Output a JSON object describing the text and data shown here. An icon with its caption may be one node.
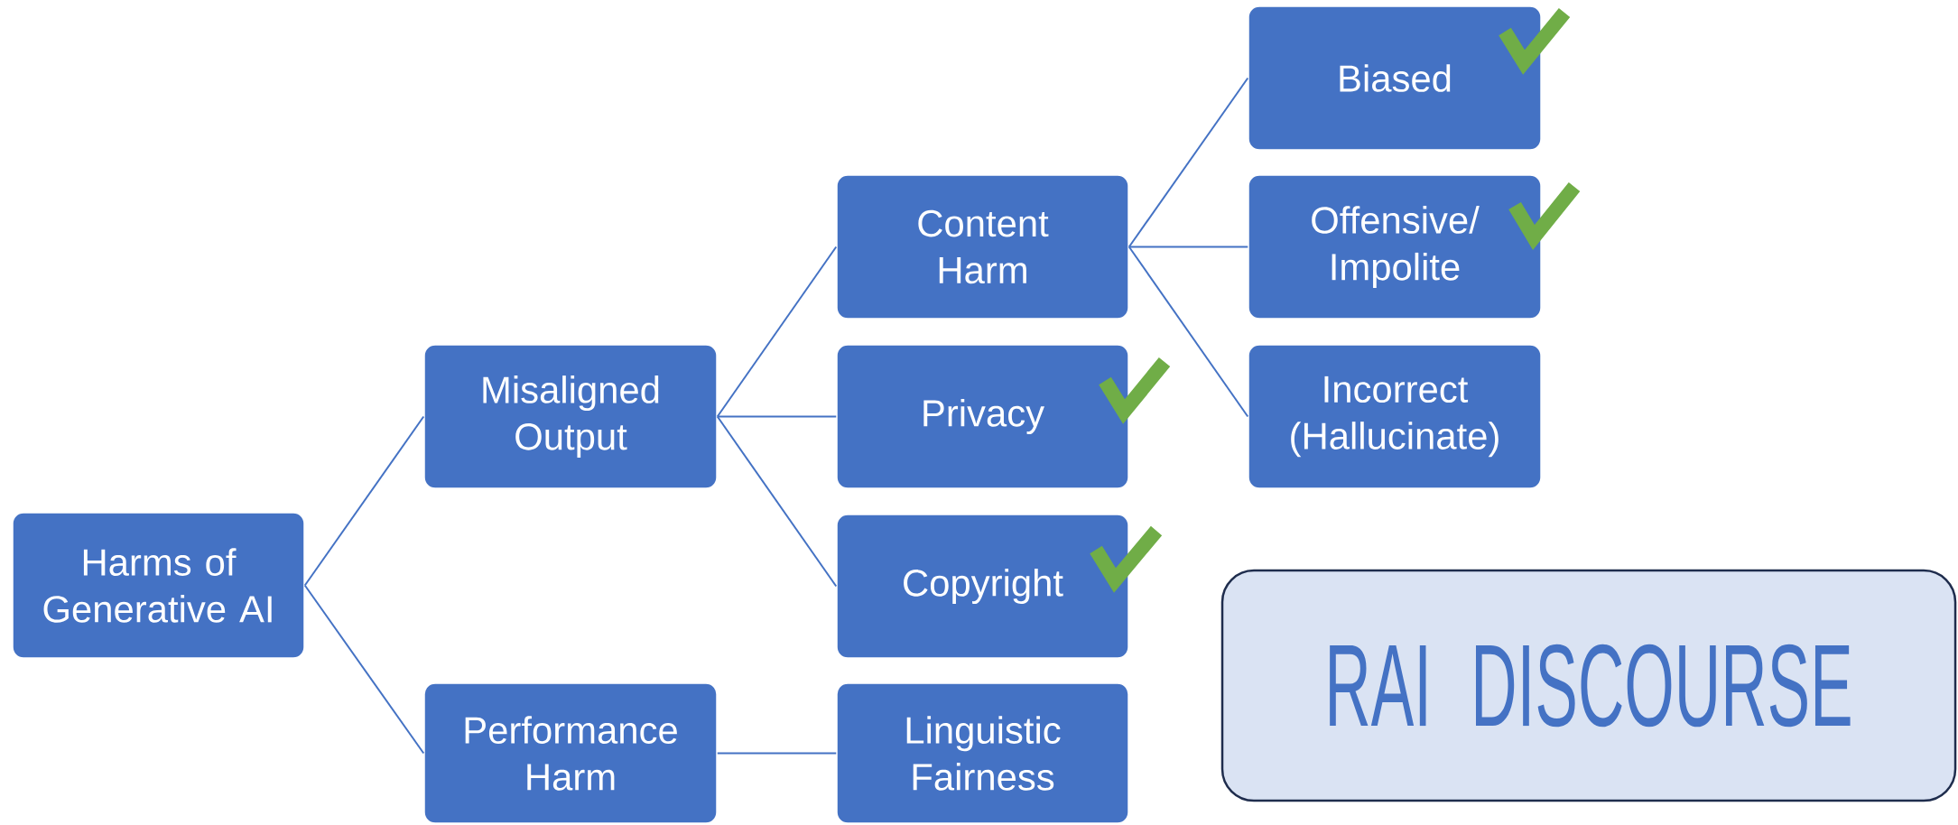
{
  "diagram": {
    "nodes": [
      {
        "text": [
          "Harms of Generative AI"
        ]
      },
      {
        "text": [
          "Misaligned Output"
        ]
      },
      {
        "text": [
          "Performance Harm"
        ]
      },
      {
        "text": [
          "Content Harm"
        ]
      },
      {
        "text": [
          "Privacy"
        ]
      },
      {
        "text": [
          "Copyright"
        ]
      },
      {
        "text": [
          "Linguistic Fairness"
        ]
      },
      {
        "text": [
          "Biased"
        ]
      },
      {
        "text": [
          "Offensive/ Impolite"
        ]
      },
      {
        "text": [
          "Incorrect (Hallucinate)"
        ]
      },
      {
        "text": [
          "RAI DISCOURSE"
        ]
      }
    ],
    "edges": [
      {
        "from": 0,
        "to": 1,
        "arrow": "none"
      },
      {
        "from": 0,
        "to": 2,
        "arrow": "none"
      },
      {
        "from": 1,
        "to": 3,
        "arrow": "none"
      },
      {
        "from": 1,
        "to": 4,
        "arrow": "none"
      },
      {
        "from": 1,
        "to": 5,
        "arrow": "none"
      },
      {
        "from": 2,
        "to": 6,
        "arrow": "none"
      },
      {
        "from": 3,
        "to": 7,
        "arrow": "none"
      },
      {
        "from": 3,
        "to": 8,
        "arrow": "none"
      },
      {
        "from": 3,
        "to": 9,
        "arrow": "none"
      }
    ]
  }
}
